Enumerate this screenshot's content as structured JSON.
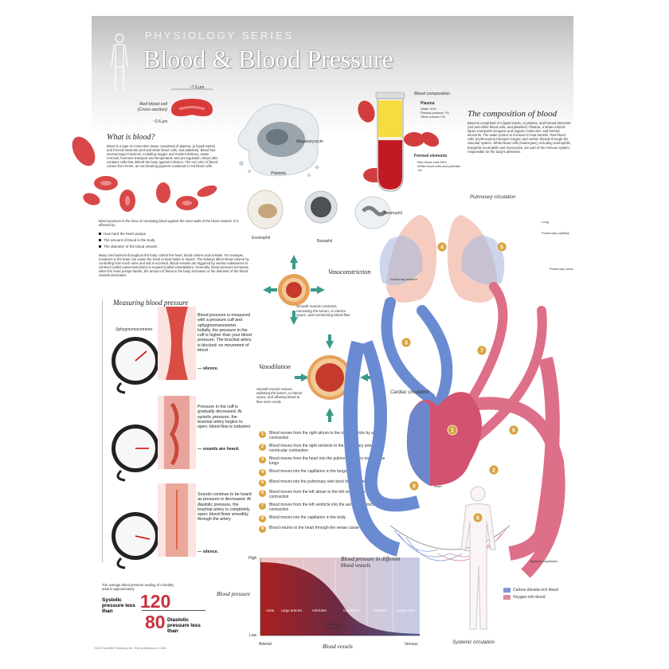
{
  "header": {
    "series": "PHYSIOLOGY SERIES",
    "title": "Blood & Blood Pressure"
  },
  "rbc": {
    "label": "Red blood cell",
    "sublabel": "(Cross-section)",
    "width": "~7.5 µm",
    "depth": "~2.6 µm"
  },
  "what": {
    "title": "What is blood?",
    "body": "Blood is a type of connective tissue comprised of plasma, (a liquid matrix) and formed elements (red and white blood cells, and platelets). Blood has several major functions, including oxygen and nutrient delivery, waste removal, hormone transport and temperature and pH regulation. Blood also contains cells that defend the body against infection. The red color of blood comes from heme, an iron-bearing pigment contained in red blood cells."
  },
  "cells": {
    "megakaryocyte": "Megakaryocyte",
    "platelets": "Platelets",
    "eosinophil": "Eosinophil",
    "basophil": "Basophil",
    "neutrophil": "Neutrophil"
  },
  "composition": {
    "title": "Blood composition",
    "plasma": "Plasma",
    "plasma_items": [
      "Water 91%",
      "Plasma proteins 7%",
      "Other solutes 1%"
    ],
    "formed": "Formed elements",
    "formed_items": [
      "Red blood cells 99%",
      "White blood cells and platelets 1%"
    ]
  },
  "comp_text": {
    "title": "The composition of blood",
    "body": "Blood is comprised of a liquid matrix, or plasma, and formed elements (red and white blood cells, and platelets). Plasma, a straw-colored liquid, transports inorganic and organic molecules, and formed elements. The water portion is involved in heat transfer. Red blood cells (erythrocytes) transport oxygen and carbon dioxide through the vascular system. White blood cells (leukocytes), including eosinophils, basophils neutrophils and monocytes, are part of the immune system, responsible for the body's defenses."
  },
  "bp": {
    "intro": "Blood pressure is the force of circulating blood against the inner walls of the blood vessels. It is affected by",
    "bullets": [
      "How hard the heart pumps",
      "The amount of blood in the body",
      "The diameter of the blood vessels"
    ],
    "more": "Many mechanisms throughout the body control the heart, blood volume and vessels. For example, receptors in the brain can cause the heart to beat faster or slower. The kidneys affect blood volume by controlling how much urine and salt is excreted. Blood vessels are triggered by various substances to contract (called vasoconstriction) or expand (called vasodilation). Generally, blood pressure increases when the heart pumps harder, the amount of blood in the body increases or the diameter of the blood vessels decreases."
  },
  "measuring": {
    "title": "Measuring blood pressure",
    "sphyg": "Sphygmomanometer",
    "p1": "Blood pressure is measured with a pressure cuff and sphygmomanometer. Initially, the pressure in the cuff is higher than your blood pressure. The brachial artery is blocked: no movement of blood",
    "s1": "— silence.",
    "p2": "Pressure in the cuff is gradually decreased. At systolic pressure, the brachial artery begins to open: blood flow is turbulent",
    "s2": "— sounds are heard.",
    "p3": "Sounds continue to be heard as pressure is decreased. At diastolic pressure, the brachial artery is completely open: blood flows smoothly through the artery",
    "s3": "— silence."
  },
  "average": {
    "text": "The average blood pressure reading of a healthy adult is approximately:",
    "sys_label": "Systolic pressure less than",
    "sys": "120",
    "dia": "80",
    "dia_label": "Diastolic pressure less than"
  },
  "vaso": {
    "constriction": "Vasoconstriction",
    "constriction_text": "Smooth muscle contracts, narrowing the lumen, or interior space, and constricting blood flow",
    "dilation": "Vasodilation",
    "dilation_text": "Smooth muscle relaxes, widening the lumen, or interior space, and allowing blood to flow more easily"
  },
  "steps": [
    {
      "n": "1",
      "t": "Blood moves from the right atrium to the right ventricle by atrial contraction"
    },
    {
      "n": "2",
      "t": "Blood moves from the right ventricle to the pulmonary artery by ventricular contraction"
    },
    {
      "n": "3",
      "t": "Blood moves from the heart into the pulmonary artery towards the lungs"
    },
    {
      "n": "4",
      "t": "Blood moves into the capillaries in the lungs"
    },
    {
      "n": "5",
      "t": "Blood moves into the pulmonary vein back towards the heart"
    },
    {
      "n": "6",
      "t": "Blood moves from the left atrium to the left ventricle by atrial contraction"
    },
    {
      "n": "7",
      "t": "Blood moves from the left ventricle into the aorta by ventricular contraction"
    },
    {
      "n": "8",
      "t": "Blood moves into the capillaries in the body"
    },
    {
      "n": "9",
      "t": "Blood returns to the heart through the venae cavae"
    }
  ],
  "circulation": {
    "pulmonary": "Pulmonary circulation",
    "lung": "Lung",
    "pcap": "Pulmonary capillary",
    "pvein": "Pulmonary veins",
    "partery": "Pulmonary arteries",
    "cardiac": "Cardiac circulation",
    "heart": "Heart",
    "systemic": "Systemic circulation",
    "scap": "Systemic capillaries",
    "legend_co2": "Carbon dioxide-rich blood",
    "legend_o2": "Oxygen-rich blood"
  },
  "pressure_chart": {
    "title": "Blood pressure in different blood vessels",
    "ylabel": "Blood pressure",
    "xlabel": "Blood vessels",
    "high": "High",
    "low": "Low",
    "x_left": "Arterial",
    "x_right": "Venous",
    "categories": [
      "Aorta",
      "Large arteries",
      "Arterioles",
      "Capillaries",
      "Venules",
      "Large veins"
    ],
    "precap": "Precapillary sphincters"
  },
  "colors": {
    "red": "#c8323c",
    "blue": "#5b7fc4",
    "gold": "#d9a340",
    "pink": "#e79ab0"
  },
  "footer": "©2011 Scientific Publishing Ltd., Rolling Meadows, IL USA"
}
